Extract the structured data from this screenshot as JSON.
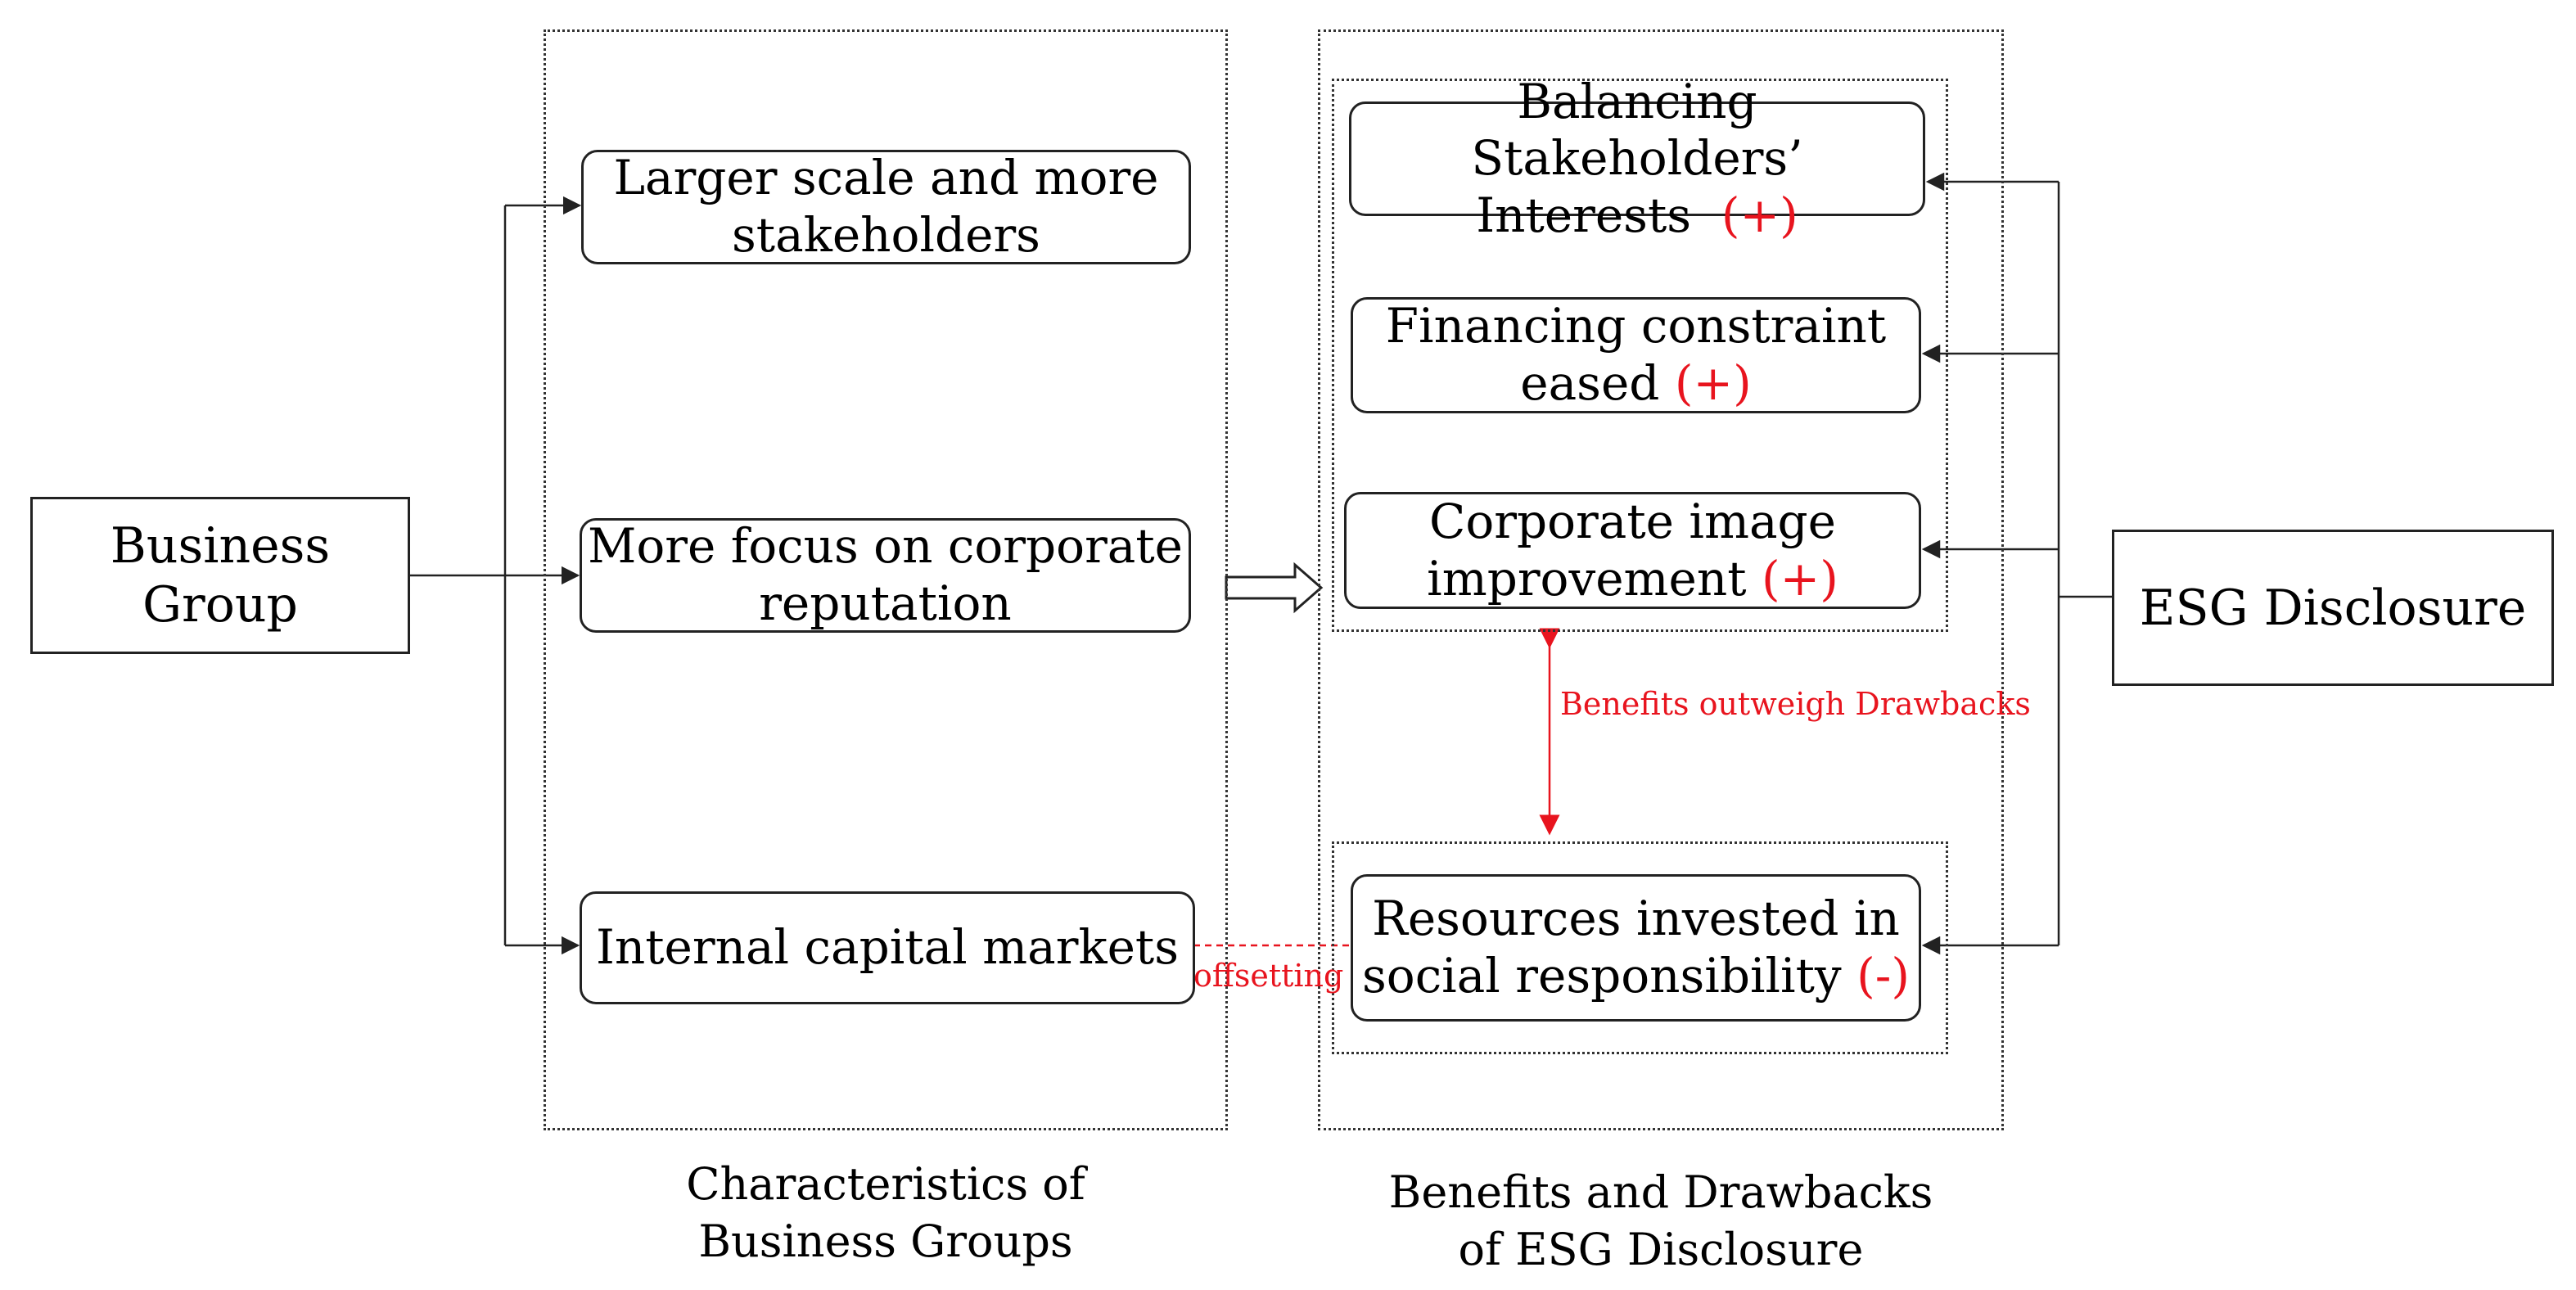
{
  "left_node": {
    "label": "Business Group"
  },
  "right_node": {
    "label": "ESG Disclosure"
  },
  "characteristics": {
    "caption": [
      "Characteristics of",
      "Business Groups"
    ],
    "items": [
      {
        "line1": "Larger scale and more",
        "line2": "stakeholders"
      },
      {
        "line1": "More focus on corporate",
        "line2": "reputation"
      },
      {
        "line1": "Internal capital markets"
      }
    ]
  },
  "effects": {
    "caption": [
      "Benefits and Drawbacks",
      "of ESG Disclosure"
    ],
    "benefits": [
      {
        "line1": "Balancing Stakeholders’",
        "line2": "Interests",
        "sign": "(+)"
      },
      {
        "line1": "Financing constraint",
        "line2": "eased",
        "sign": "(+)"
      },
      {
        "line1": "Corporate image",
        "line2": "improvement",
        "sign": "(+)"
      }
    ],
    "drawback": {
      "line1": "Resources invested in",
      "line2": "social responsibility",
      "sign": "(-)"
    }
  },
  "annotations": {
    "balance": "Benefits outweigh Drawbacks",
    "offsetting": "offsetting"
  },
  "colors": {
    "accent": "#e8141e",
    "line": "#222222"
  }
}
